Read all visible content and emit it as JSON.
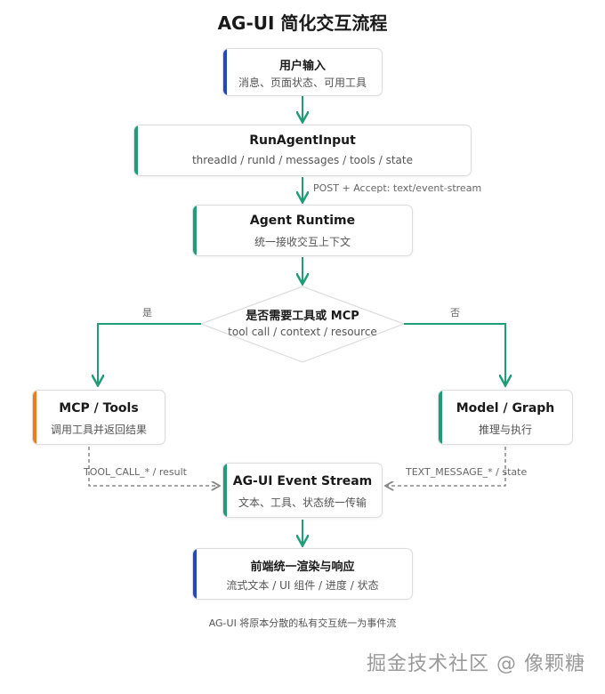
{
  "title": "AG-UI 简化交互流程",
  "colors": {
    "blue": "#2246c8",
    "green": "#1f9c78",
    "orange": "#f07a1f",
    "arrow_green": "#1f9c78",
    "arrow_dashed": "#888888"
  },
  "nodes": {
    "user_input": {
      "title": "用户输入",
      "subtitle": "消息、页面状态、可用工具"
    },
    "run_agent_input": {
      "title": "RunAgentInput",
      "subtitle": "threadId / runId / messages / tools / state"
    },
    "agent_runtime": {
      "title": "Agent Runtime",
      "subtitle": "统一接收交互上下文"
    },
    "decision": {
      "title": "是否需要工具或 MCP",
      "subtitle": "tool call / context / resource"
    },
    "mcp_tools": {
      "title": "MCP / Tools",
      "subtitle": "调用工具并返回结果"
    },
    "model_graph": {
      "title": "Model / Graph",
      "subtitle": "推理与执行"
    },
    "event_stream": {
      "title": "AG-UI Event Stream",
      "subtitle": "文本、工具、状态统一传输"
    },
    "frontend_render": {
      "title": "前端统一渲染与响应",
      "subtitle": "流式文本 / UI 组件 / 进度 / 状态"
    }
  },
  "edge_labels": {
    "post": "POST + Accept: text/event-stream",
    "yes": "是",
    "no": "否",
    "tool_call": "TOOL_CALL_* / result",
    "text_message": "TEXT_MESSAGE_* / state"
  },
  "footnote": "AG-UI 将原本分散的私有交互统一为事件流",
  "watermark": "掘金技术社区 @ 像颗糖"
}
